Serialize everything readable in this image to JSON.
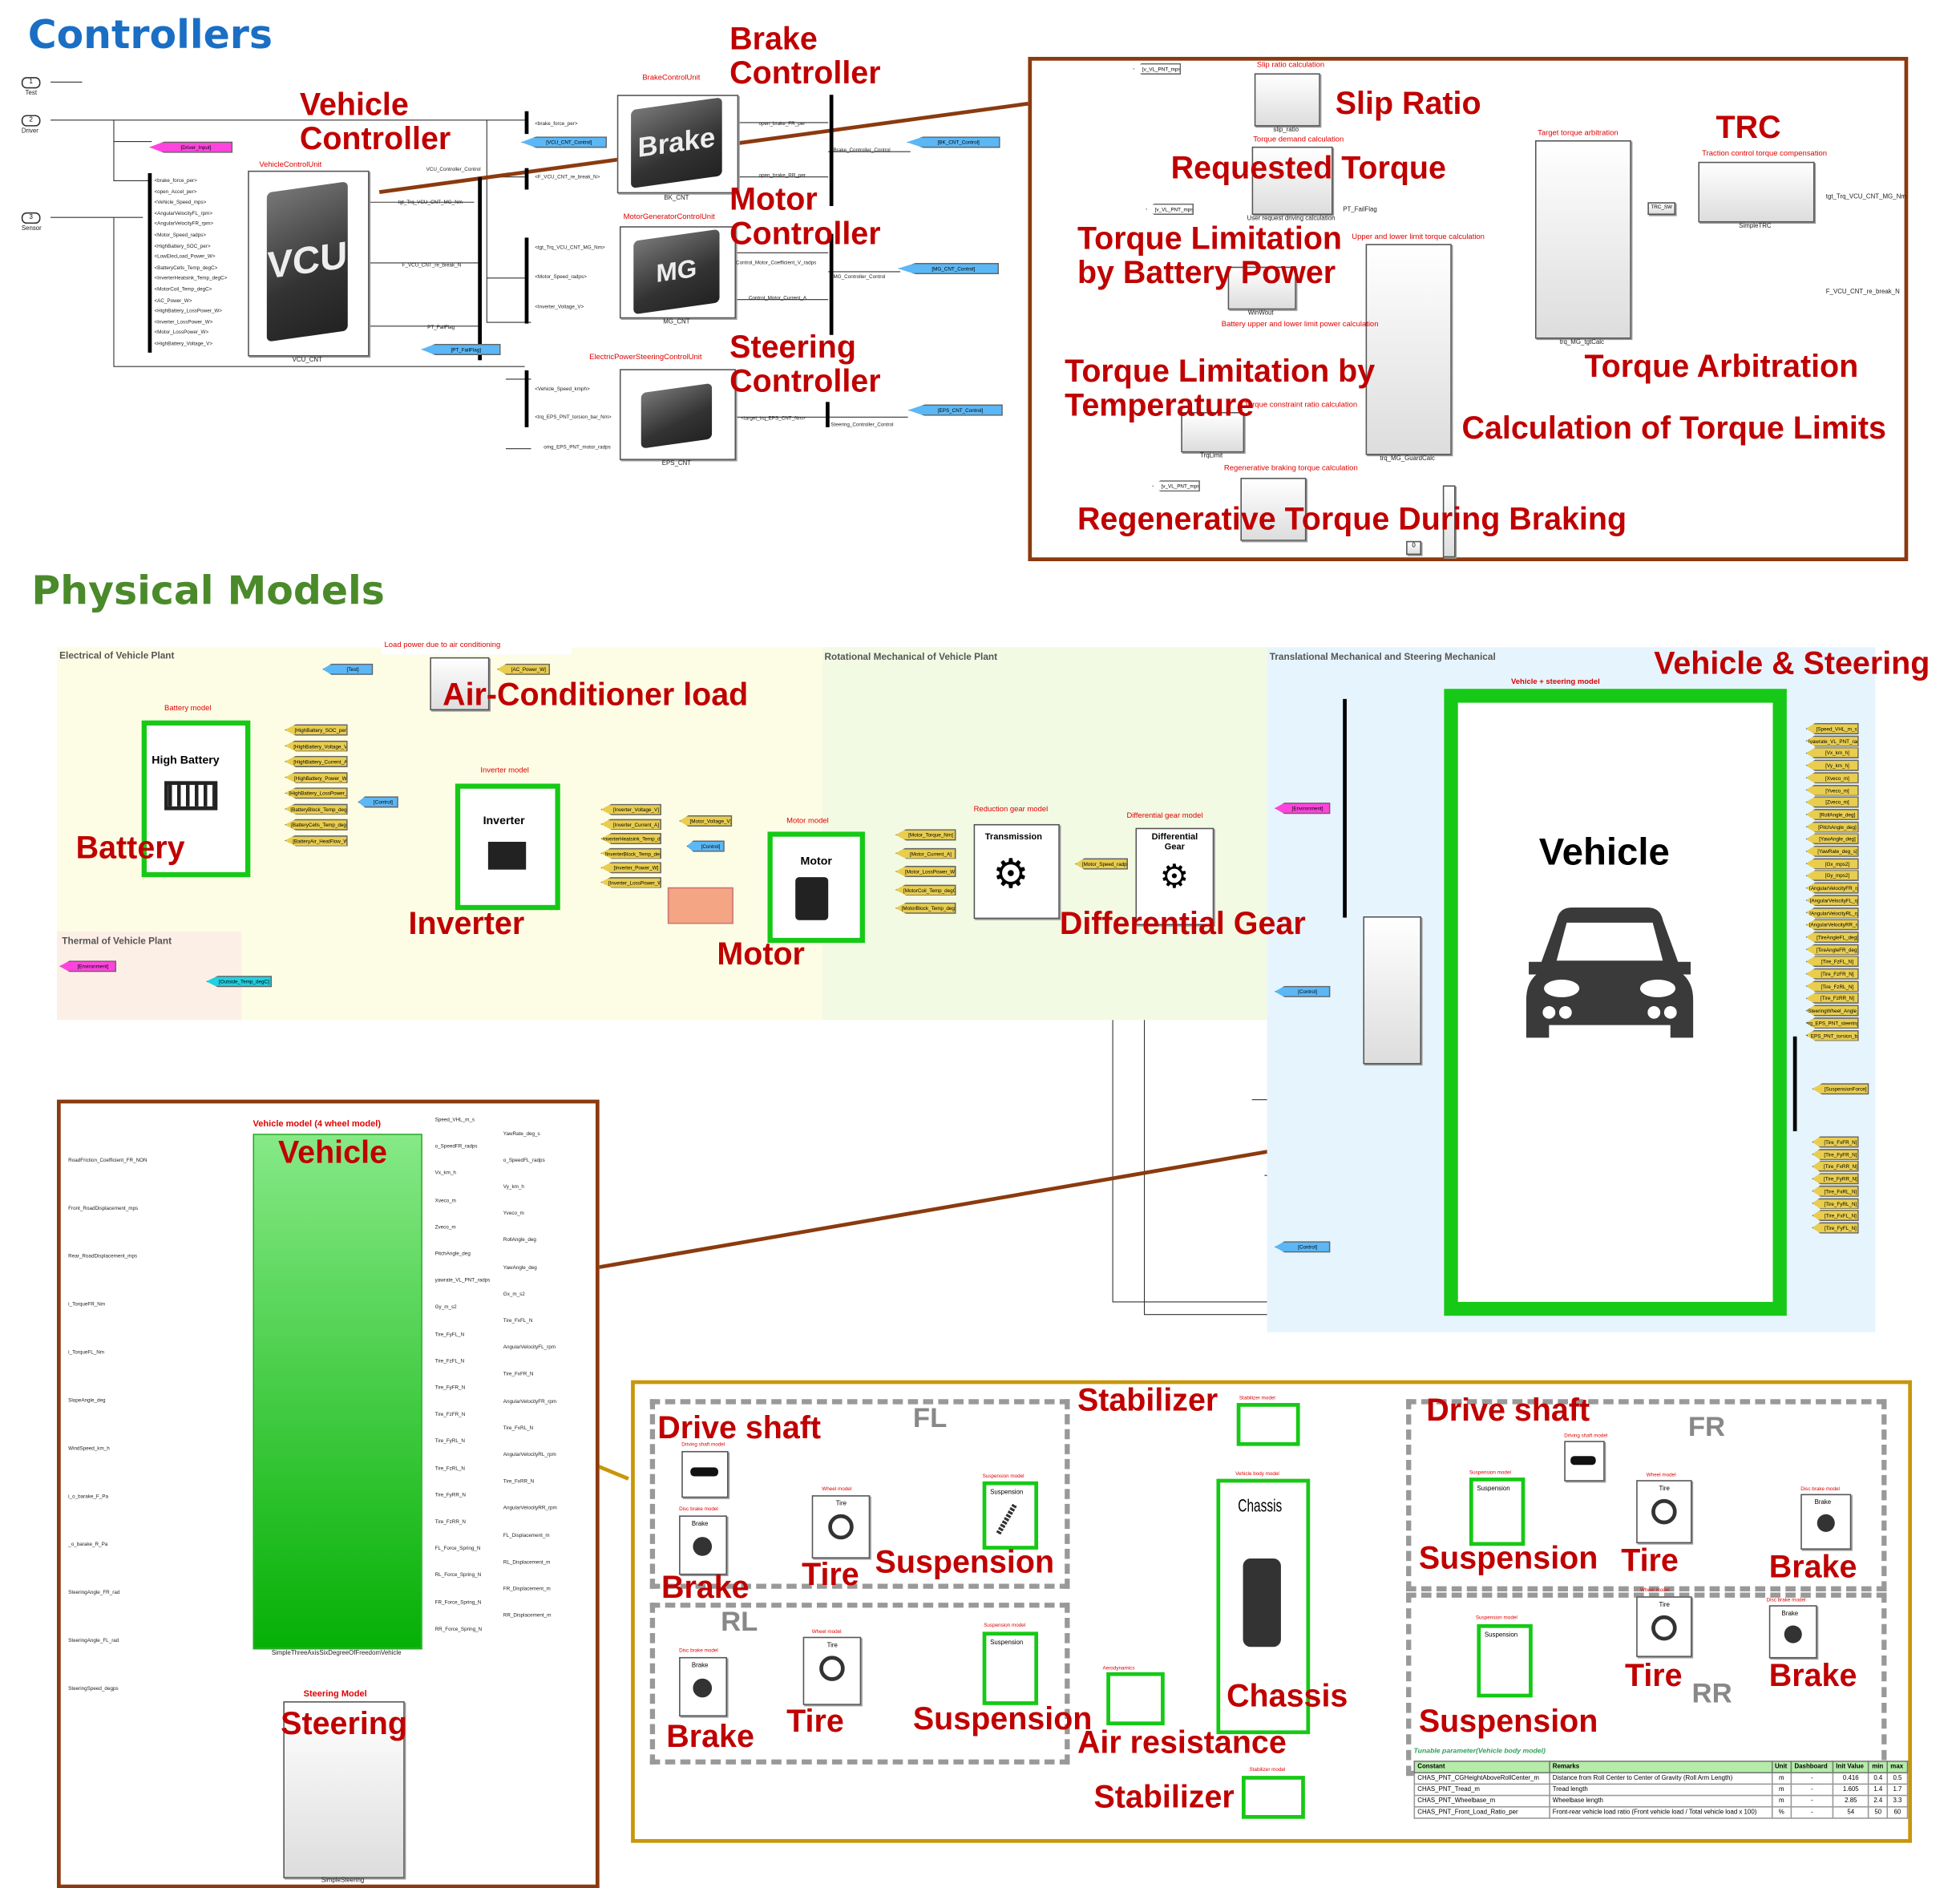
{
  "sections": {
    "controllers": "Controllers",
    "physical": "Physical Models"
  },
  "controllers": {
    "inports": [
      {
        "num": "1",
        "label": "Test"
      },
      {
        "num": "2",
        "label": "Driver"
      },
      {
        "num": "3",
        "label": "Sensor"
      }
    ],
    "vcu": {
      "title": "VehicleControlUnit",
      "glyph": "VCU",
      "name": "VCU_CNT"
    },
    "brake": {
      "title": "BrakeControlUnit",
      "glyph": "Brake",
      "name": "BK_CNT"
    },
    "mg": {
      "title": "MotorGeneratorControlUnit",
      "glyph": "MG",
      "name": "MG_CNT"
    },
    "eps": {
      "title": "ElectricPowerSteeringControlUnit",
      "name": "EPS_CNT"
    },
    "bus_signals": [
      "<brake_force_per>",
      "<open_Accel_per>",
      "<Vehicle_Speed_mps>",
      "<AngularVelocityFL_rpm>",
      "<AngularVelocityFR_rpm>",
      "<Motor_Speed_radps>",
      "<HighBattery_SOC_per>",
      "<LowElecLoad_Power_W>",
      "<BatteryCells_Temp_degC>",
      "<InverterHeatsink_Temp_degC>",
      "<MotorCoil_Temp_degC>",
      "<AC_Power_W>",
      "<HighBattery_LossPower_W>",
      "<Inverter_LossPower_W>",
      "<Motor_LossPower_W>",
      "<HighBattery_Voltage_V>"
    ],
    "gotos": {
      "driver_input": "[Driver_Input]",
      "vcu_control": "[VCU_CNT_Control]",
      "bk_control": "[BK_CNT_Control]",
      "mg_control": "[MG_CNT_Control]",
      "pt_failflag": "[PT_FailFlag]",
      "eps_control": "[EPS_CNT_Control]"
    },
    "signals": {
      "vcu_trq": "tgt_Trq_VCU_CNT_MG_Nm",
      "vcu_break": "F_VCU_CNT_re_break_N",
      "vcu_fail": "PT_FailFlag",
      "vcu_ctrl": "VCU_Controller_Control",
      "bk_in1": "<brake_force_per>",
      "bk_in2": "<F_VCU_CNT_re_break_N>",
      "bk_out1": "open_brake_FR_per",
      "bk_out2": "open_brake_RR_per",
      "bk_ctrl": "Brake_Controller_Control",
      "mg_in1": "<tgt_Trq_VCU_CNT_MG_Nm>",
      "mg_in2": "<Motor_Speed_radps>",
      "mg_in3": "<Inverter_Voltage_V>",
      "mg_out1": "Control_Motor_Coefficient_V_radps",
      "mg_out2": "Control_Motor_Current_A",
      "mg_ctrl": "MG_Controller_Control",
      "eps_in1": "<Vehicle_Speed_kmph>",
      "eps_in2": "<trq_EPS_PNT_torsion_bar_Nm>",
      "eps_in3": "omg_EPS_PNT_motor_radps",
      "eps_out1": "<target_trq_EPS_CNT_Nm>",
      "eps_ctrl": "Steering_Controller_Control"
    },
    "callouts": {
      "vehicle": "Vehicle",
      "vehicle2": "Controller",
      "brake": "Brake",
      "brake2": "Controller",
      "motor": "Motor",
      "motor2": "Controller",
      "steering": "Steering",
      "steering2": "Controller"
    }
  },
  "vcu_detail": {
    "blocks": {
      "slip_title": "Slip ratio calculation",
      "slip_name": "slip_ratio",
      "demand_title": "Torque demand calculation",
      "demand_name": "User request driving calculation",
      "arb_title": "Target torque arbitration",
      "arb_name": "trq_MG_tgtCalc",
      "trc_title": "Traction control torque compensation",
      "trc_name": "SimpleTRC",
      "guard_title": "Upper and lower limit torque calculation",
      "guard_name": "trq_MG_GuardCalc",
      "win_title": "Battery upper and lower limit power calculation",
      "win_name": "WinWout",
      "lim_title": "Torque constraint ratio calculation",
      "lim_name": "TrqLimit",
      "regen_title": "Regenerative braking torque calculation",
      "trc_sw": "TRC_SW",
      "from_v": "[v_VL_PNT_mps]",
      "out1": "tgt_Trq_VCU_CNT_MG_Nm",
      "out2": "F_VCU_CNT_re_break_N",
      "out3": "PT_FailFlag",
      "zero": "0"
    },
    "callouts": {
      "slip": "Slip Ratio",
      "trc": "TRC",
      "requested": "Requested Torque",
      "batt1": "Torque  Limitation",
      "batt2": "by Battery Power",
      "arbitration": "Torque Arbitration",
      "temp1": "Torque Limitation by",
      "temp2": "Temperature",
      "limits": "Calculation of Torque Limits",
      "regen": "Regenerative Torque During Braking"
    }
  },
  "plant": {
    "regions": {
      "electrical": "Electrical of Vehicle Plant",
      "rotational": "Rotational Mechanical of Vehicle Plant",
      "translational": "Translational Mechanical and Steering Mechanical",
      "thermal": "Thermal of Vehicle Plant"
    },
    "blocks": {
      "ac_title": "Load power due to air conditioning",
      "battery_title": "Battery model",
      "battery_glyph": "High Battery",
      "inverter_title": "Inverter model",
      "inverter_glyph": "Inverter",
      "motor_title": "Motor model",
      "motor_glyph": "Motor",
      "reduction_title": "Reduction gear model",
      "reduction_glyph": "Transmission",
      "diff_title": "Differential gear model",
      "diff_glyph": "Differential Gear",
      "vehicle_title": "Vehicle + steering model",
      "vehicle_glyph": "Vehicle"
    },
    "gotos": {
      "test": "[Test]",
      "ac_power": "[AC_Power_W]",
      "control1": "[Control]",
      "control2": "[Control]",
      "control3": "[Control]",
      "control4": "[Control]",
      "environment": "[Environment]",
      "environment2": "[Environment]",
      "outside_temp": "[Outside_Temp_degC]",
      "motor_speed": "[Motor_Speed_radps]",
      "motor_voltage": "[Motor_Voltage_V]",
      "battery": [
        "[HighBattery_SOC_per]",
        "[HighBattery_Voltage_V]",
        "[HighBattery_Current_A]",
        "[HighBattery_Power_W]",
        "[HighBattery_LossPower_W]",
        "[BatteryBlock_Temp_degC]",
        "[BatteryCells_Temp_degC]",
        "[BatteryAir_HeatFlow_W]"
      ],
      "inverter": [
        "[Inverter_Voltage_V]",
        "[Inverter_Current_A]",
        "[InverterHeatsink_Temp_degC]",
        "[InverterBlock_Temp_degC]",
        "[Inverter_Power_W]",
        "[Inverter_LossPower_W]"
      ],
      "motor": [
        "[Motor_Torque_Nm]",
        "[Motor_Current_A]",
        "[Motor_LossPower_W]",
        "[MotorCoil_Temp_degC]",
        "[MotorBlock_Temp_degC]"
      ],
      "vehicle": [
        "[Speed_VHL_m_s]",
        "[yawrate_VL_PNT_radps]",
        "[Vx_km_h]",
        "[Vy_km_h]",
        "[Xveco_m]",
        "[Yveco_m]",
        "[Zveco_m]",
        "[RollAngle_deg]",
        "[PitchAngle_deg]",
        "[YawAngle_deg]",
        "[YawRate_deg_s]",
        "[Gx_mps2]",
        "[Gy_mps2]",
        "[AngularVelocityFR_rpm]",
        "[AngularVelocityFL_rpm]",
        "[AngularVelocityRL_rpm]",
        "[AngularVelocityRR_rpm]",
        "[TireAngleFL_deg]",
        "[TireAngleFR_deg]",
        "[Tire_FzFL_N]",
        "[Tire_FzFR_N]",
        "[Tire_FzRL_N]",
        "[Tire_FzRR_N]",
        "[SteeringWheel_Angle_rad]",
        "[omg_EPS_PNT_steering_radp]",
        "[trq_EPS_PNT_torsion_bar_Nm]"
      ],
      "suspension_force": "[SuspensionForce]",
      "tire_forces": [
        "[Tire_FxFR_N]",
        "[Tire_FyFR_N]",
        "[Tire_FxRR_N]",
        "[Tire_FyRR_N]",
        "[Tire_FxRL_N]",
        "[Tire_FyRL_N]",
        "[Tire_FxFL_N]",
        "[Tire_FyFL_N]"
      ]
    },
    "callouts": {
      "ac": "Air-Conditioner load",
      "battery": "Battery",
      "inverter": "Inverter",
      "motor": "Motor",
      "diff": "Differential Gear",
      "vehicle": "Vehicle & Steering"
    }
  },
  "vehicle_detail": {
    "model_title": "Vehicle model (4 wheel model)",
    "model_name": "SimpleThreeAxisSixDegreeOfFreedomVehicle",
    "steering_title": "Steering Model",
    "steering_name": "SimpleSteering",
    "callout_vehicle": "Vehicle",
    "callout_steering": "Steering",
    "outputs": [
      "Speed_VHL_m_s",
      "YawRate_deg_s",
      "o_SpeedFR_radps",
      "o_SpeedFL_radps",
      "Vx_km_h",
      "Vy_km_h",
      "Xveco_m",
      "Yveco_m",
      "Zveco_m",
      "RollAngle_deg",
      "PitchAngle_deg",
      "YawAngle_deg",
      "yawrate_VL_PNT_radps",
      "Gx_m_s2",
      "Gy_m_s2",
      "Tire_FxFL_N",
      "Tire_FyFL_N",
      "AngularVelocityFL_rpm",
      "Tire_FzFL_N",
      "Tire_FxFR_N",
      "Tire_FyFR_N",
      "AngularVelocityFR_rpm",
      "Tire_FzFR_N",
      "Tire_FxRL_N",
      "Tire_FyRL_N",
      "AngularVelocityRL_rpm",
      "Tire_FzRL_N",
      "Tire_FxRR_N",
      "Tire_FyRR_N",
      "AngularVelocityRR_rpm",
      "Tire_FzRR_N",
      "FL_Displacement_m",
      "FL_Force_Spring_N",
      "RL_Displacement_m",
      "RL_Force_Spring_N",
      "FR_Displacement_m",
      "FR_Force_Spring_N",
      "RR_Displacement_m",
      "RR_Force_Spring_N"
    ],
    "inputs": [
      "RoadFriction_Coefficient_FR_NON",
      "Front_RoadDisplacement_mps",
      "Rear_RoadDisplacement_mps",
      "i_TorqueFR_Nm",
      "i_TorqueFL_Nm",
      "SlopeAngle_deg",
      "WindSpeed_km_h",
      "i_o_barake_F_Pa",
      "_o_barake_R_Pa",
      "SteeringAngle_FR_rad",
      "SteeringAngle_FL_rad",
      "SteeringSpeed_degps"
    ]
  },
  "chassis_detail": {
    "corners": {
      "fl": "FL",
      "fr": "FR",
      "rl": "RL",
      "rr": "RR"
    },
    "small_titles": {
      "shaft": "Driving shaft model",
      "brake": "Disc brake model",
      "wheel": "Wheel model",
      "suspension": "Suspension model",
      "stabilizer": "Stabilizer model",
      "body": "Vehicle body model",
      "aero": "Aerodynamics"
    },
    "glyphs": {
      "shaft": "Shaft",
      "brake": "Brake",
      "tire": "Tire",
      "suspension": "Suspension",
      "chassis": "Chassis"
    },
    "callouts": {
      "stabilizer": "Stabilizer",
      "drive_shaft": "Drive shaft",
      "tire": "Tire",
      "suspension": "Suspension",
      "brake": "Brake",
      "chassis": "Chassis",
      "air": "Air resistance"
    },
    "table": {
      "title": "Tunable parameter(Vehicle body model)",
      "headers": [
        "Constant",
        "Remarks",
        "Unit",
        "Dashboard",
        "Init Value",
        "min",
        "max"
      ],
      "rows": [
        [
          "CHAS_PNT_CGHeightAboveRollCenter_m",
          "Distance from Roll Center to Center of Gravity (Roll Arm Length)",
          "m",
          "-",
          "0.416",
          "0.4",
          "0.5"
        ],
        [
          "CHAS_PNT_Tread_m",
          "Tread length",
          "m",
          "-",
          "1.605",
          "1.4",
          "1.7"
        ],
        [
          "CHAS_PNT_Wheelbase_m",
          "Wheelbase length",
          "m",
          "-",
          "2.85",
          "2.4",
          "3.3"
        ],
        [
          "CHAS_PNT_Front_Load_Ratio_per",
          "Front-rear vehicle load ratio (Front vehicle load / Total vehicle load x 100)",
          "%",
          "-",
          "54",
          "50",
          "60"
        ]
      ]
    }
  },
  "colors": {
    "callout": "#c00000",
    "controllers_title": "#1a6fc4",
    "physical_title": "#4a8a2a",
    "highlight_green": "#16c916",
    "zoom_brown": "#8b3a0f",
    "zoom_gold": "#c8960a"
  }
}
